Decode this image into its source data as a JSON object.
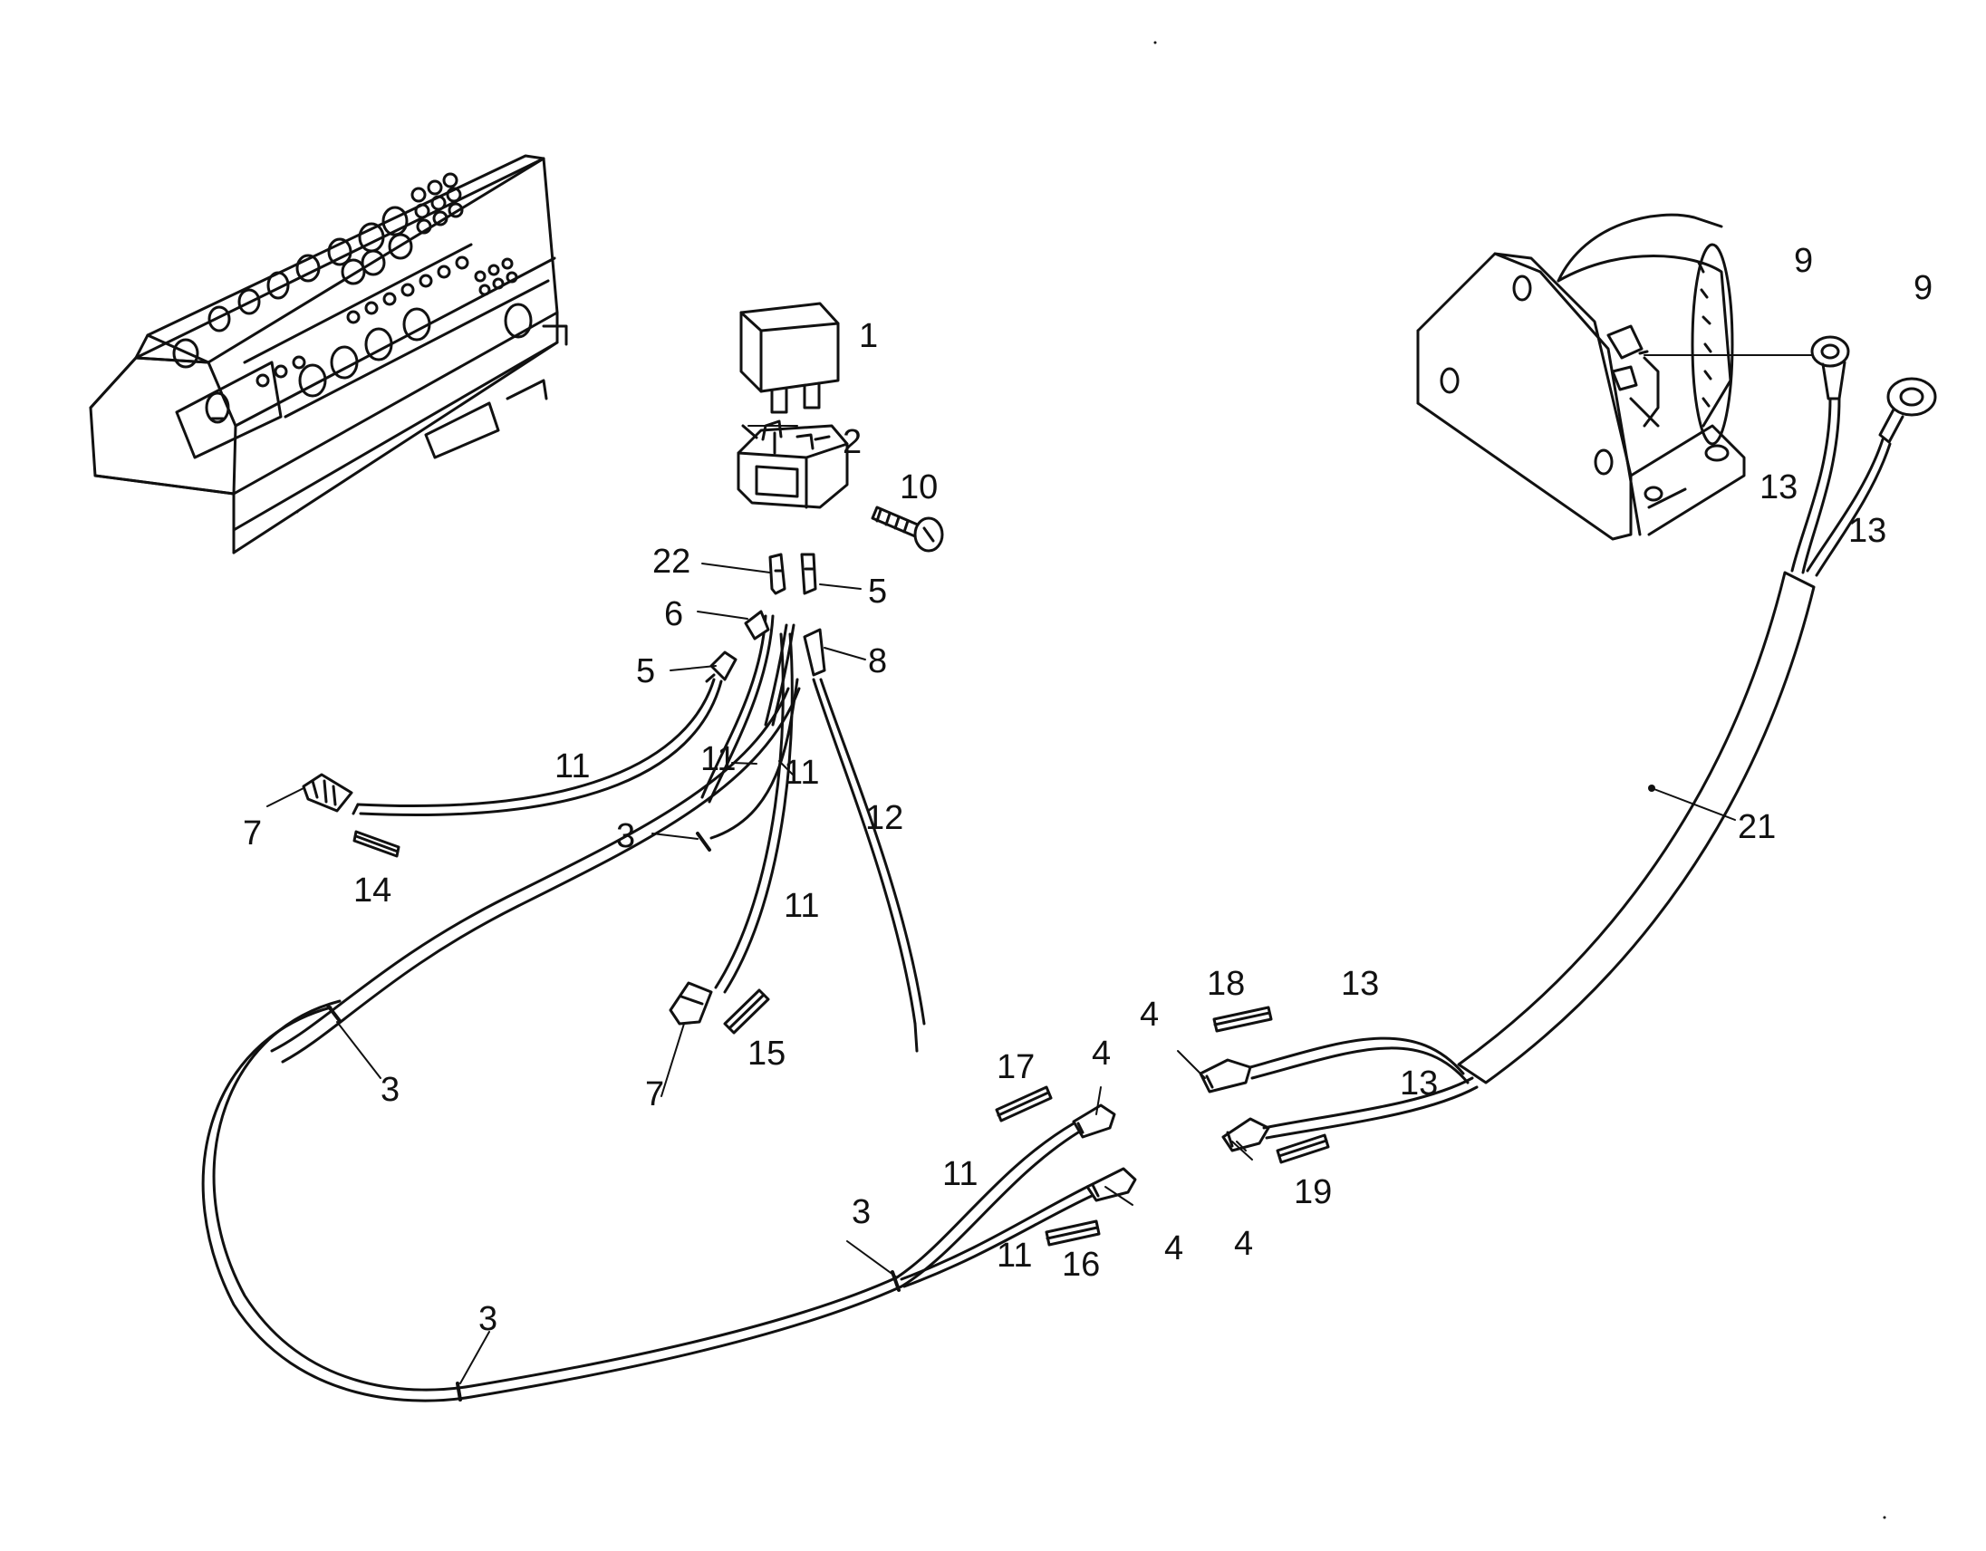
{
  "diagram": {
    "callouts": [
      {
        "id": "c1",
        "text": "1"
      },
      {
        "id": "c2",
        "text": "2"
      },
      {
        "id": "c10",
        "text": "10"
      },
      {
        "id": "c22",
        "text": "22"
      },
      {
        "id": "c5a",
        "text": "5"
      },
      {
        "id": "c6",
        "text": "6"
      },
      {
        "id": "c8",
        "text": "8"
      },
      {
        "id": "c5b",
        "text": "5"
      },
      {
        "id": "c11a",
        "text": "11"
      },
      {
        "id": "c11b",
        "text": "11"
      },
      {
        "id": "c11c",
        "text": "11"
      },
      {
        "id": "c12",
        "text": "12"
      },
      {
        "id": "c7a",
        "text": "7"
      },
      {
        "id": "c14",
        "text": "14"
      },
      {
        "id": "c3a",
        "text": "3"
      },
      {
        "id": "c11d",
        "text": "11"
      },
      {
        "id": "c7b",
        "text": "7"
      },
      {
        "id": "c15",
        "text": "15"
      },
      {
        "id": "c3b",
        "text": "3"
      },
      {
        "id": "c17",
        "text": "17"
      },
      {
        "id": "c4a",
        "text": "4"
      },
      {
        "id": "c11e",
        "text": "11"
      },
      {
        "id": "c3c",
        "text": "3"
      },
      {
        "id": "c11f",
        "text": "11"
      },
      {
        "id": "c16",
        "text": "16"
      },
      {
        "id": "c4b",
        "text": "4"
      },
      {
        "id": "c3d",
        "text": "3"
      },
      {
        "id": "c18",
        "text": "18"
      },
      {
        "id": "c13a",
        "text": "13"
      },
      {
        "id": "c4c",
        "text": "4"
      },
      {
        "id": "c13b",
        "text": "13"
      },
      {
        "id": "c4d",
        "text": "4"
      },
      {
        "id": "c19",
        "text": "19"
      },
      {
        "id": "c21",
        "text": "21"
      },
      {
        "id": "c13c",
        "text": "13"
      },
      {
        "id": "c13d",
        "text": "13"
      },
      {
        "id": "c9a",
        "text": "9"
      },
      {
        "id": "c9b",
        "text": "9"
      }
    ]
  }
}
